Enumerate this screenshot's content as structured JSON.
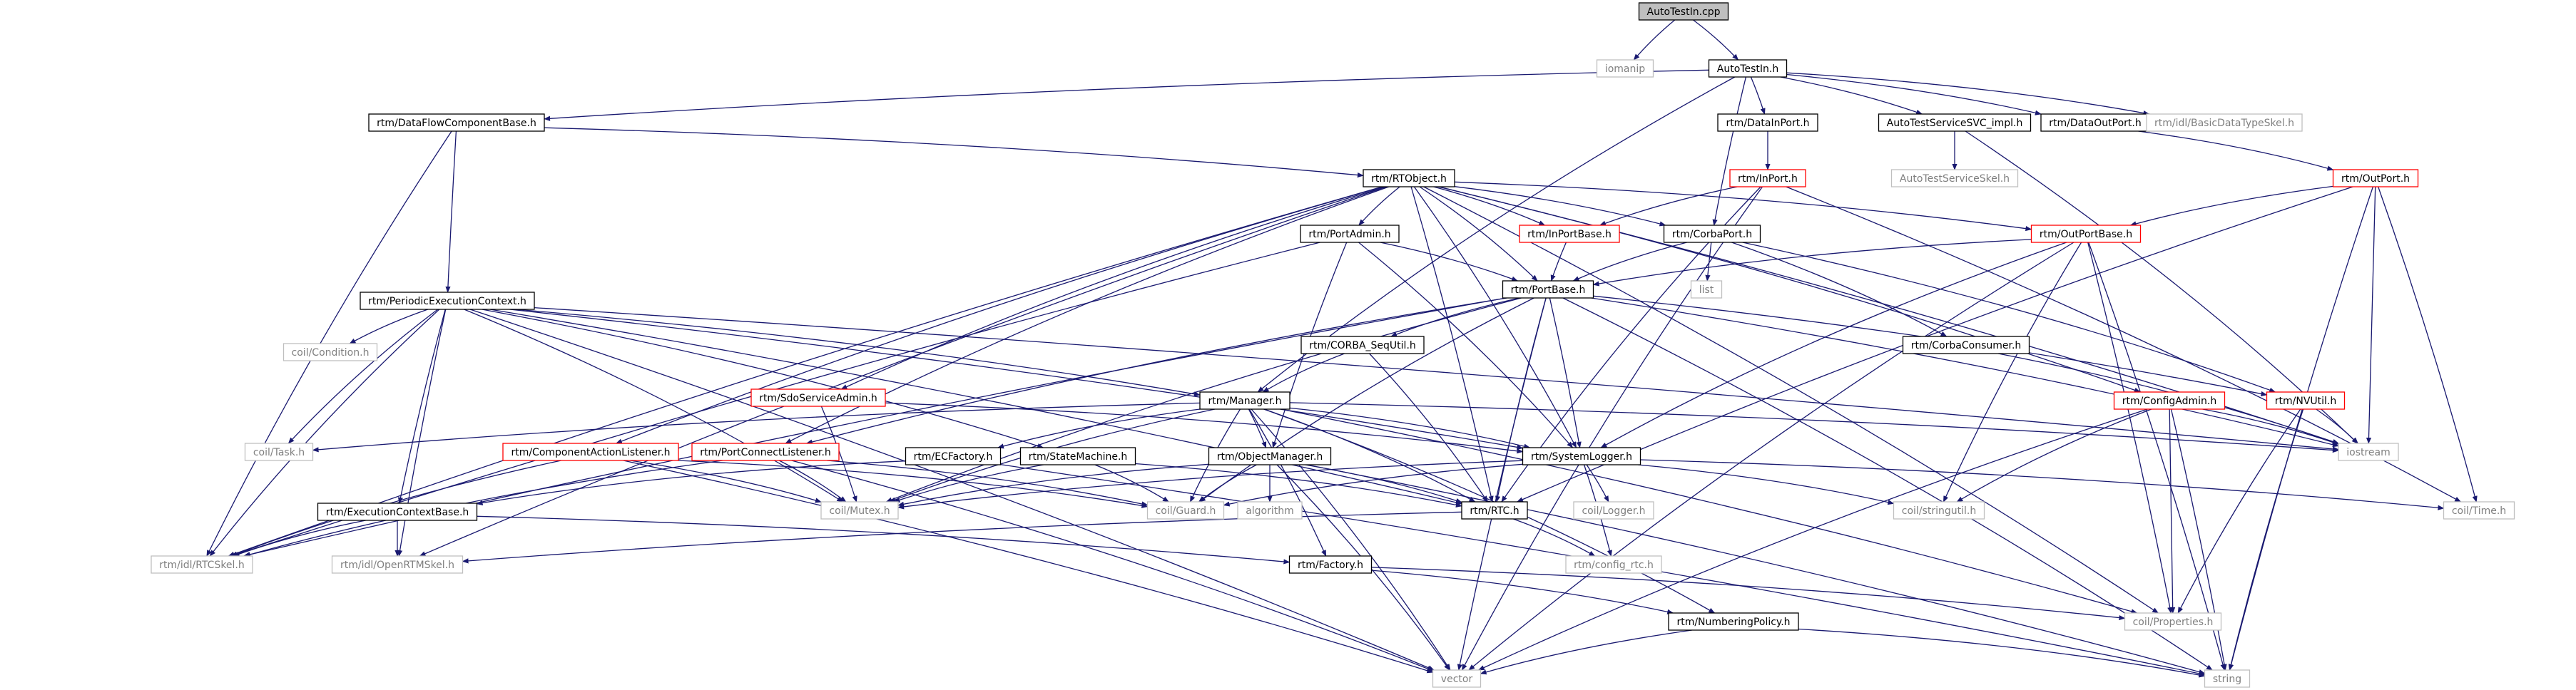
{
  "graph": {
    "colors": {
      "edge": "#191970",
      "root_fill": "#bfbfbf",
      "node_border": "#000000",
      "node_text": "#000000",
      "truncated_border": "#ff0000",
      "external_border": "#bfbfbf",
      "external_text": "#7f7f7f"
    },
    "nodes": [
      {
        "id": "autotestin_cpp",
        "label": "AutoTestIn.cpp",
        "kind": "root"
      },
      {
        "id": "iomanip",
        "label": "iomanip",
        "kind": "external"
      },
      {
        "id": "autotestin_h",
        "label": "AutoTestIn.h",
        "kind": "normal"
      },
      {
        "id": "dataflowcomponentbase_h",
        "label": "rtm/DataFlowComponentBase.h",
        "kind": "normal"
      },
      {
        "id": "datainport_h",
        "label": "rtm/DataInPort.h",
        "kind": "normal"
      },
      {
        "id": "autotestservicesvc_impl_h",
        "label": "AutoTestServiceSVC_impl.h",
        "kind": "normal"
      },
      {
        "id": "dataoutport_h",
        "label": "rtm/DataOutPort.h",
        "kind": "normal"
      },
      {
        "id": "basicdatatypeskel_h",
        "label": "rtm/idl/BasicDataTypeSkel.h",
        "kind": "external"
      },
      {
        "id": "inport_h",
        "label": "rtm/InPort.h",
        "kind": "truncated"
      },
      {
        "id": "autotestserviceskel_h",
        "label": "AutoTestServiceSkel.h",
        "kind": "external"
      },
      {
        "id": "outport_h",
        "label": "rtm/OutPort.h",
        "kind": "truncated"
      },
      {
        "id": "rtobject_h",
        "label": "rtm/RTObject.h",
        "kind": "normal"
      },
      {
        "id": "portadmin_h",
        "label": "rtm/PortAdmin.h",
        "kind": "normal"
      },
      {
        "id": "inportbase_h",
        "label": "rtm/InPortBase.h",
        "kind": "truncated"
      },
      {
        "id": "corbaport_h",
        "label": "rtm/CorbaPort.h",
        "kind": "normal"
      },
      {
        "id": "outportbase_h",
        "label": "rtm/OutPortBase.h",
        "kind": "truncated"
      },
      {
        "id": "portbase_h",
        "label": "rtm/PortBase.h",
        "kind": "normal"
      },
      {
        "id": "list",
        "label": "list",
        "kind": "external"
      },
      {
        "id": "periodicexecutioncontext_h",
        "label": "rtm/PeriodicExecutionContext.h",
        "kind": "normal"
      },
      {
        "id": "corba_sequtil_h",
        "label": "rtm/CORBA_SeqUtil.h",
        "kind": "normal"
      },
      {
        "id": "corbaconsumer_h",
        "label": "rtm/CorbaConsumer.h",
        "kind": "normal"
      },
      {
        "id": "condition_h",
        "label": "coil/Condition.h",
        "kind": "external"
      },
      {
        "id": "sdoserviceadmin_h",
        "label": "rtm/SdoServiceAdmin.h",
        "kind": "truncated"
      },
      {
        "id": "manager_h",
        "label": "rtm/Manager.h",
        "kind": "normal"
      },
      {
        "id": "configadmin_h",
        "label": "rtm/ConfigAdmin.h",
        "kind": "truncated"
      },
      {
        "id": "nvutil_h",
        "label": "rtm/NVUtil.h",
        "kind": "truncated"
      },
      {
        "id": "task_h",
        "label": "coil/Task.h",
        "kind": "external"
      },
      {
        "id": "componentactionlistener_h",
        "label": "rtm/ComponentActionListener.h",
        "kind": "truncated"
      },
      {
        "id": "portconnectlistener_h",
        "label": "rtm/PortConnectListener.h",
        "kind": "truncated"
      },
      {
        "id": "ecfactory_h",
        "label": "rtm/ECFactory.h",
        "kind": "normal"
      },
      {
        "id": "statemachine_h",
        "label": "rtm/StateMachine.h",
        "kind": "normal"
      },
      {
        "id": "objectmanager_h",
        "label": "rtm/ObjectManager.h",
        "kind": "normal"
      },
      {
        "id": "systemlogger_h",
        "label": "rtm/SystemLogger.h",
        "kind": "normal"
      },
      {
        "id": "iostream",
        "label": "iostream",
        "kind": "external"
      },
      {
        "id": "mutex_h",
        "label": "coil/Mutex.h",
        "kind": "external"
      },
      {
        "id": "guard_h",
        "label": "coil/Guard.h",
        "kind": "external"
      },
      {
        "id": "algorithm",
        "label": "algorithm",
        "kind": "external"
      },
      {
        "id": "rtc_h",
        "label": "rtm/RTC.h",
        "kind": "normal"
      },
      {
        "id": "logger_h",
        "label": "coil/Logger.h",
        "kind": "external"
      },
      {
        "id": "stringutil_h",
        "label": "coil/stringutil.h",
        "kind": "external"
      },
      {
        "id": "time_h",
        "label": "coil/Time.h",
        "kind": "external"
      },
      {
        "id": "executioncontextbase_h",
        "label": "rtm/ExecutionContextBase.h",
        "kind": "normal"
      },
      {
        "id": "rtcskel_h",
        "label": "rtm/idl/RTCSkel.h",
        "kind": "external"
      },
      {
        "id": "openrtmskel_h",
        "label": "rtm/idl/OpenRTMSkel.h",
        "kind": "external"
      },
      {
        "id": "factory_h",
        "label": "rtm/Factory.h",
        "kind": "normal"
      },
      {
        "id": "config_rtc_h",
        "label": "rtm/config_rtc.h",
        "kind": "external"
      },
      {
        "id": "properties_h",
        "label": "coil/Properties.h",
        "kind": "external"
      },
      {
        "id": "numberingpolicy_h",
        "label": "rtm/NumberingPolicy.h",
        "kind": "normal"
      },
      {
        "id": "vector",
        "label": "vector",
        "kind": "external"
      },
      {
        "id": "string",
        "label": "string",
        "kind": "external"
      }
    ],
    "edges": [
      [
        "autotestin_cpp",
        "iomanip"
      ],
      [
        "autotestin_cpp",
        "autotestin_h"
      ],
      [
        "autotestin_h",
        "dataflowcomponentbase_h"
      ],
      [
        "autotestin_h",
        "datainport_h"
      ],
      [
        "autotestin_h",
        "autotestservicesvc_impl_h"
      ],
      [
        "autotestin_h",
        "dataoutport_h"
      ],
      [
        "autotestin_h",
        "basicdatatypeskel_h"
      ],
      [
        "autotestin_h",
        "manager_h"
      ],
      [
        "autotestin_h",
        "corbaport_h"
      ],
      [
        "dataflowcomponentbase_h",
        "rtobject_h"
      ],
      [
        "dataflowcomponentbase_h",
        "periodicexecutioncontext_h"
      ],
      [
        "dataflowcomponentbase_h",
        "rtcskel_h"
      ],
      [
        "datainport_h",
        "inport_h"
      ],
      [
        "autotestservicesvc_impl_h",
        "autotestserviceskel_h"
      ],
      [
        "autotestservicesvc_impl_h",
        "iostream"
      ],
      [
        "dataoutport_h",
        "outport_h"
      ],
      [
        "inport_h",
        "inportbase_h"
      ],
      [
        "inport_h",
        "rtc_h"
      ],
      [
        "inport_h",
        "vector"
      ],
      [
        "inport_h",
        "time_h"
      ],
      [
        "outport_h",
        "outportbase_h"
      ],
      [
        "outport_h",
        "iostream"
      ],
      [
        "outport_h",
        "time_h"
      ],
      [
        "outport_h",
        "string"
      ],
      [
        "outport_h",
        "rtc_h"
      ],
      [
        "rtobject_h",
        "portadmin_h"
      ],
      [
        "rtobject_h",
        "inportbase_h"
      ],
      [
        "rtobject_h",
        "corbaport_h"
      ],
      [
        "rtobject_h",
        "outportbase_h"
      ],
      [
        "rtobject_h",
        "portbase_h"
      ],
      [
        "rtobject_h",
        "sdoserviceadmin_h"
      ],
      [
        "rtobject_h",
        "configadmin_h"
      ],
      [
        "rtobject_h",
        "componentactionlistener_h"
      ],
      [
        "rtobject_h",
        "portconnectlistener_h"
      ],
      [
        "rtobject_h",
        "systemlogger_h"
      ],
      [
        "rtobject_h",
        "rtcskel_h"
      ],
      [
        "rtobject_h",
        "openrtmskel_h"
      ],
      [
        "rtobject_h",
        "rtc_h"
      ],
      [
        "rtobject_h",
        "iostream"
      ],
      [
        "rtobject_h",
        "properties_h"
      ],
      [
        "portadmin_h",
        "portbase_h"
      ],
      [
        "portadmin_h",
        "objectmanager_h"
      ],
      [
        "portadmin_h",
        "systemlogger_h"
      ],
      [
        "portadmin_h",
        "rtcskel_h"
      ],
      [
        "inportbase_h",
        "portbase_h"
      ],
      [
        "corbaport_h",
        "portbase_h"
      ],
      [
        "corbaport_h",
        "corbaconsumer_h"
      ],
      [
        "corbaport_h",
        "list"
      ],
      [
        "corbaport_h",
        "nvutil_h"
      ],
      [
        "outportbase_h",
        "portbase_h"
      ],
      [
        "outportbase_h",
        "systemlogger_h"
      ],
      [
        "outportbase_h",
        "stringutil_h"
      ],
      [
        "outportbase_h",
        "vector"
      ],
      [
        "outportbase_h",
        "properties_h"
      ],
      [
        "outportbase_h",
        "string"
      ],
      [
        "portbase_h",
        "corba_sequtil_h"
      ],
      [
        "portbase_h",
        "nvutil_h"
      ],
      [
        "portbase_h",
        "systemlogger_h"
      ],
      [
        "portbase_h",
        "portconnectlistener_h"
      ],
      [
        "portbase_h",
        "rtc_h"
      ],
      [
        "portbase_h",
        "mutex_h"
      ],
      [
        "portbase_h",
        "guard_h"
      ],
      [
        "portbase_h",
        "iostream"
      ],
      [
        "portbase_h",
        "vector"
      ],
      [
        "portbase_h",
        "string"
      ],
      [
        "portbase_h",
        "rtcskel_h"
      ],
      [
        "periodicexecutioncontext_h",
        "condition_h"
      ],
      [
        "periodicexecutioncontext_h",
        "task_h"
      ],
      [
        "periodicexecutioncontext_h",
        "manager_h"
      ],
      [
        "periodicexecutioncontext_h",
        "executioncontextbase_h"
      ],
      [
        "periodicexecutioncontext_h",
        "statemachine_h"
      ],
      [
        "periodicexecutioncontext_h",
        "mutex_h"
      ],
      [
        "periodicexecutioncontext_h",
        "rtc_h"
      ],
      [
        "periodicexecutioncontext_h",
        "rtcskel_h"
      ],
      [
        "periodicexecutioncontext_h",
        "openrtmskel_h"
      ],
      [
        "periodicexecutioncontext_h",
        "vector"
      ],
      [
        "periodicexecutioncontext_h",
        "iostream"
      ],
      [
        "periodicexecutioncontext_h",
        "systemlogger_h"
      ],
      [
        "corba_sequtil_h",
        "manager_h"
      ],
      [
        "corba_sequtil_h",
        "rtc_h"
      ],
      [
        "corbaconsumer_h",
        "iostream"
      ],
      [
        "sdoserviceadmin_h",
        "mutex_h"
      ],
      [
        "sdoserviceadmin_h",
        "systemlogger_h"
      ],
      [
        "manager_h",
        "task_h"
      ],
      [
        "manager_h",
        "ecfactory_h"
      ],
      [
        "manager_h",
        "objectmanager_h"
      ],
      [
        "manager_h",
        "systemlogger_h"
      ],
      [
        "manager_h",
        "mutex_h"
      ],
      [
        "manager_h",
        "guard_h"
      ],
      [
        "manager_h",
        "rtc_h"
      ],
      [
        "manager_h",
        "factory_h"
      ],
      [
        "manager_h",
        "iostream"
      ],
      [
        "manager_h",
        "vector"
      ],
      [
        "manager_h",
        "numberingpolicy_h"
      ],
      [
        "manager_h",
        "properties_h"
      ],
      [
        "configadmin_h",
        "iostream"
      ],
      [
        "configadmin_h",
        "stringutil_h"
      ],
      [
        "configadmin_h",
        "properties_h"
      ],
      [
        "configadmin_h",
        "string"
      ],
      [
        "configadmin_h",
        "vector"
      ],
      [
        "nvutil_h",
        "iostream"
      ],
      [
        "nvutil_h",
        "properties_h"
      ],
      [
        "nvutil_h",
        "string"
      ],
      [
        "componentactionlistener_h",
        "mutex_h"
      ],
      [
        "componentactionlistener_h",
        "guard_h"
      ],
      [
        "componentactionlistener_h",
        "rtcskel_h"
      ],
      [
        "componentactionlistener_h",
        "vector"
      ],
      [
        "portconnectlistener_h",
        "mutex_h"
      ],
      [
        "portconnectlistener_h",
        "guard_h"
      ],
      [
        "portconnectlistener_h",
        "rtcskel_h"
      ],
      [
        "portconnectlistener_h",
        "vector"
      ],
      [
        "ecfactory_h",
        "executioncontextbase_h"
      ],
      [
        "ecfactory_h",
        "string"
      ],
      [
        "statemachine_h",
        "mutex_h"
      ],
      [
        "statemachine_h",
        "guard_h"
      ],
      [
        "statemachine_h",
        "rtc_h"
      ],
      [
        "objectmanager_h",
        "mutex_h"
      ],
      [
        "objectmanager_h",
        "guard_h"
      ],
      [
        "objectmanager_h",
        "algorithm"
      ],
      [
        "objectmanager_h",
        "rtc_h"
      ],
      [
        "objectmanager_h",
        "vector"
      ],
      [
        "objectmanager_h",
        "string"
      ],
      [
        "systemlogger_h",
        "logger_h"
      ],
      [
        "systemlogger_h",
        "mutex_h"
      ],
      [
        "systemlogger_h",
        "guard_h"
      ],
      [
        "systemlogger_h",
        "time_h"
      ],
      [
        "systemlogger_h",
        "config_rtc_h"
      ],
      [
        "systemlogger_h",
        "stringutil_h"
      ],
      [
        "rtc_h",
        "config_rtc_h"
      ],
      [
        "rtc_h",
        "openrtmskel_h"
      ],
      [
        "executioncontextbase_h",
        "rtcskel_h"
      ],
      [
        "executioncontextbase_h",
        "openrtmskel_h"
      ],
      [
        "executioncontextbase_h",
        "factory_h"
      ],
      [
        "factory_h",
        "properties_h"
      ],
      [
        "factory_h",
        "numberingpolicy_h"
      ],
      [
        "numberingpolicy_h",
        "vector"
      ],
      [
        "numberingpolicy_h",
        "string"
      ]
    ]
  }
}
